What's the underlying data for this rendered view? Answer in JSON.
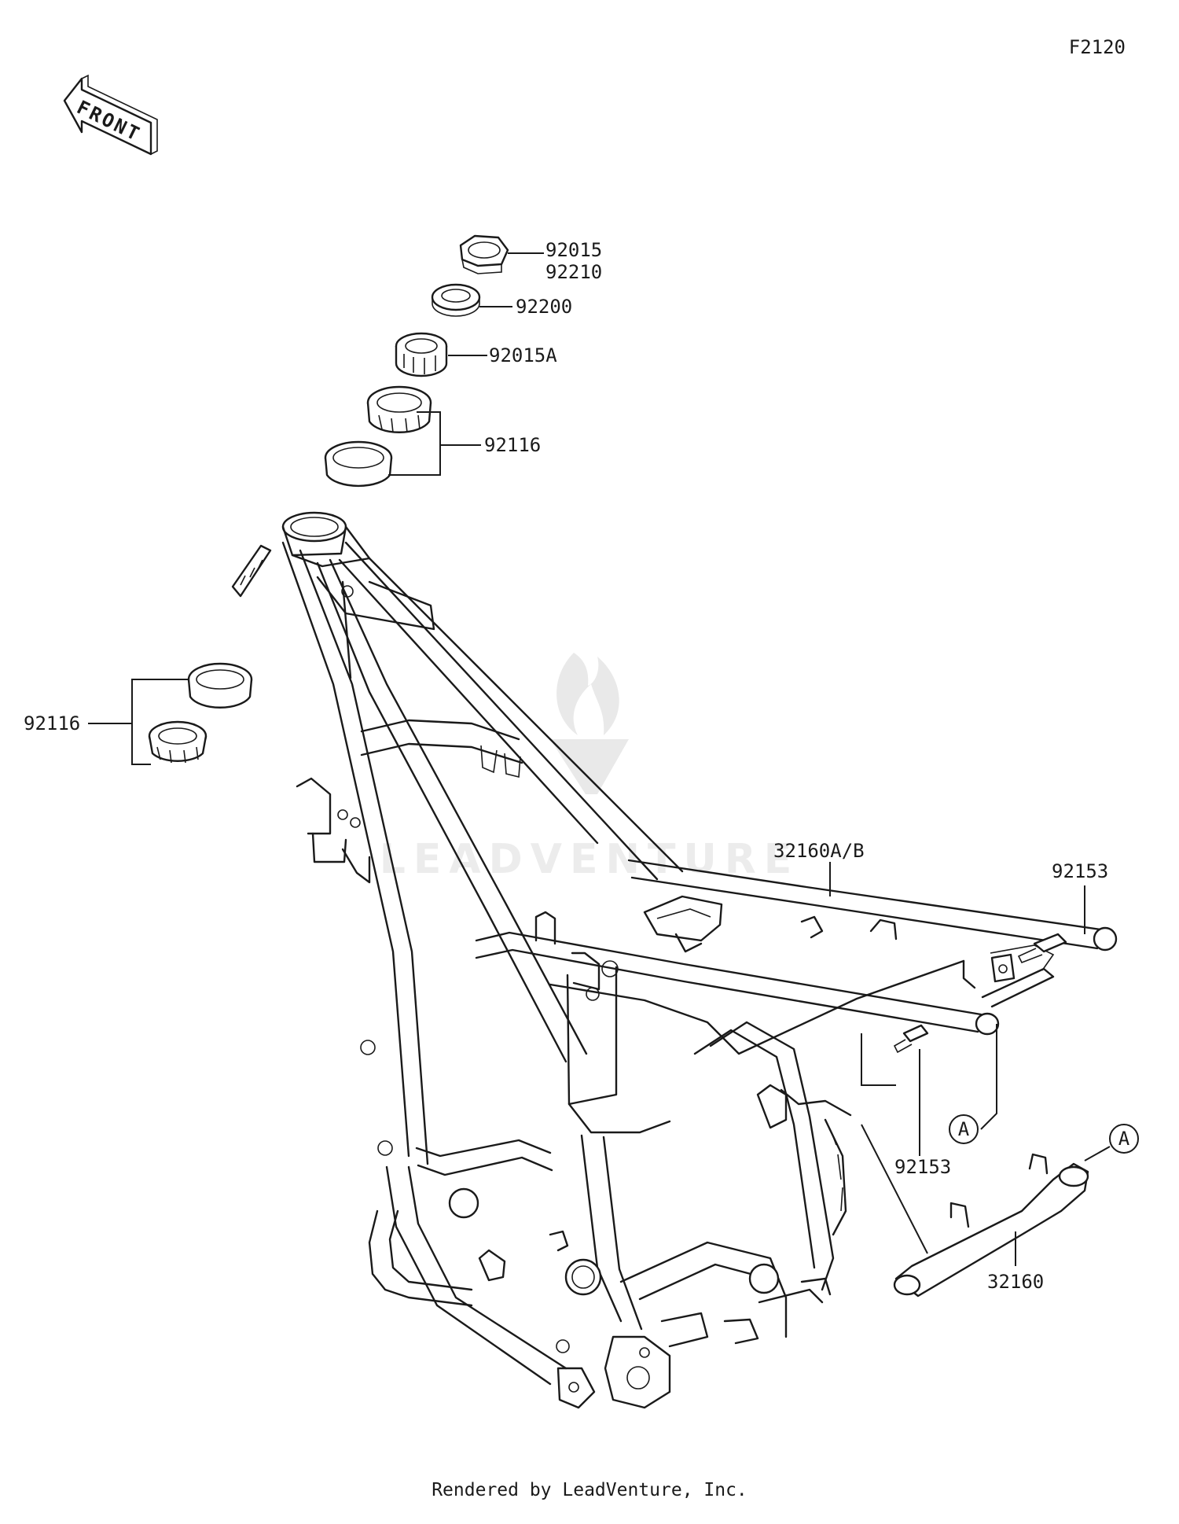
{
  "diagram_code": "F2120",
  "front_marker": "FRONT",
  "part_labels": {
    "p92015": "92015",
    "p92210": "92210",
    "p92200": "92200",
    "p92015A": "92015A",
    "p92116_top": "92116",
    "p92116_left": "92116",
    "p32160AB": "32160A/B",
    "p92153_right": "92153",
    "p92153_mid": "92153",
    "p32160": "32160"
  },
  "callouts": {
    "a_left": "A",
    "a_right": "A"
  },
  "watermark": "LEADVENTURE",
  "footer": "Rendered by LeadVenture, Inc."
}
